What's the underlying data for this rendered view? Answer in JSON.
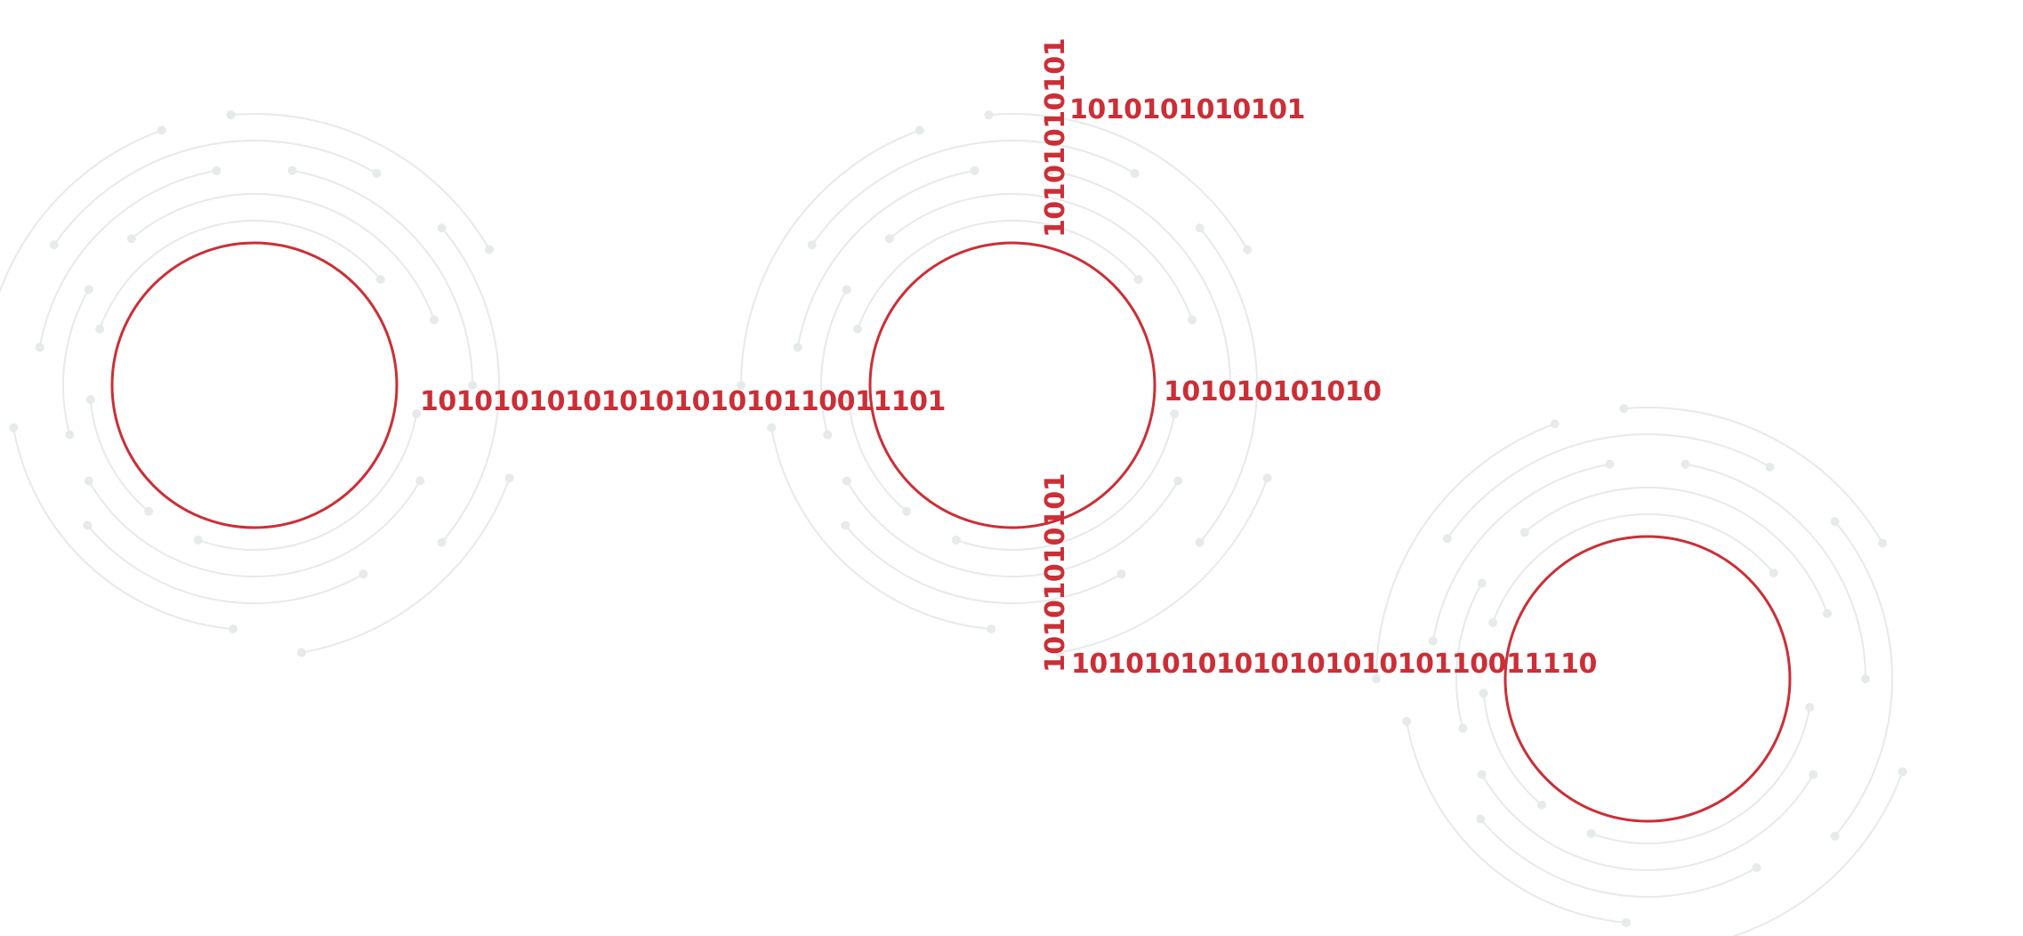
{
  "colors": {
    "accent_red": "#cc2e36",
    "circuit_gray": "#e6eaea"
  },
  "icons": [
    "circuit-ring-left",
    "circuit-ring-center",
    "circuit-ring-right"
  ],
  "binary_labels": {
    "left_horizontal": "10101010101010101010110011101",
    "center_top_vertical": "10101010101",
    "center_top_horizontal": "1010101010101",
    "center_right": "101010101010",
    "center_bottom_vertical": "10101010101",
    "center_bottom_horizontal": "10101010101010101010110011110"
  }
}
